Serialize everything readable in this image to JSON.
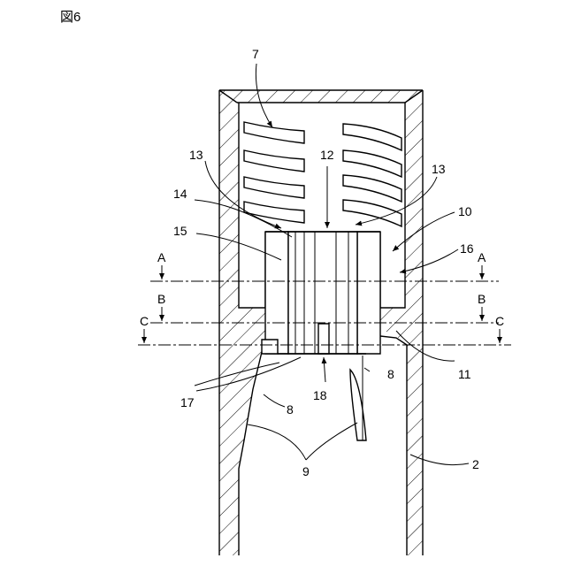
{
  "figure": {
    "title": "図6"
  },
  "labels": {
    "l7": "7",
    "l13a": "13",
    "l12": "12",
    "l13b": "13",
    "l14": "14",
    "l10": "10",
    "l15": "15",
    "l16": "16",
    "lA_left": "A",
    "lA_right": "A",
    "lB_left": "B",
    "lB_right": "B",
    "lC_left": "C",
    "lC_right": "C",
    "l11": "11",
    "l8a": "8",
    "l17": "17",
    "l18": "18",
    "l8b": "8",
    "l9": "9",
    "l2": "2"
  }
}
